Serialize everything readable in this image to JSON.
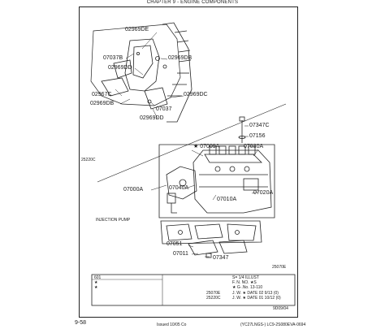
{
  "page": {
    "header": "CHAPTER 9 - ENGINE COMPONENTS",
    "page_number": "9-58",
    "footer_left": "Issued 10/05   Co",
    "footer_right": "(YC27LNGS-)   LC9-2S080EVA-0694"
  },
  "callouts": {
    "p02969DE": "02969DE",
    "p07037B": "07037B",
    "p02969DB": "02969DB",
    "p02969DD_top": "02969DD",
    "p02967C": "02967C",
    "p02969DB_2": "02969DB",
    "p07037": "07037",
    "p02969DC": "02969DC",
    "p02969DD_bot": "02969DD",
    "p07347C": "07347C",
    "p07156": "07156",
    "p07009A": "★ 07009A",
    "p07030A": "07030A",
    "p25220C": "25220C",
    "p07000A": "07000A",
    "p07040A": "07040A",
    "p07010A": "07010A",
    "p07020A": "07020A",
    "injection_pump": "INJECTION PUMP",
    "p07051": "07051",
    "p07011": "07011",
    "p07347": "07347",
    "p25070E": "25070E"
  },
  "title_block": {
    "left_col": [
      "601",
      "★",
      "★",
      "25070E",
      "25220C"
    ],
    "right_col": [
      "S= 1/4   ILLUST",
      "F. N.         NO. ★S",
      "★      G·.No. 13-110",
      "J. W. ★    DATE 02  9/13  (0)",
      "J. W. ★    DATE 01 10/12  (0)"
    ],
    "drawing_no": "9D09/04"
  }
}
